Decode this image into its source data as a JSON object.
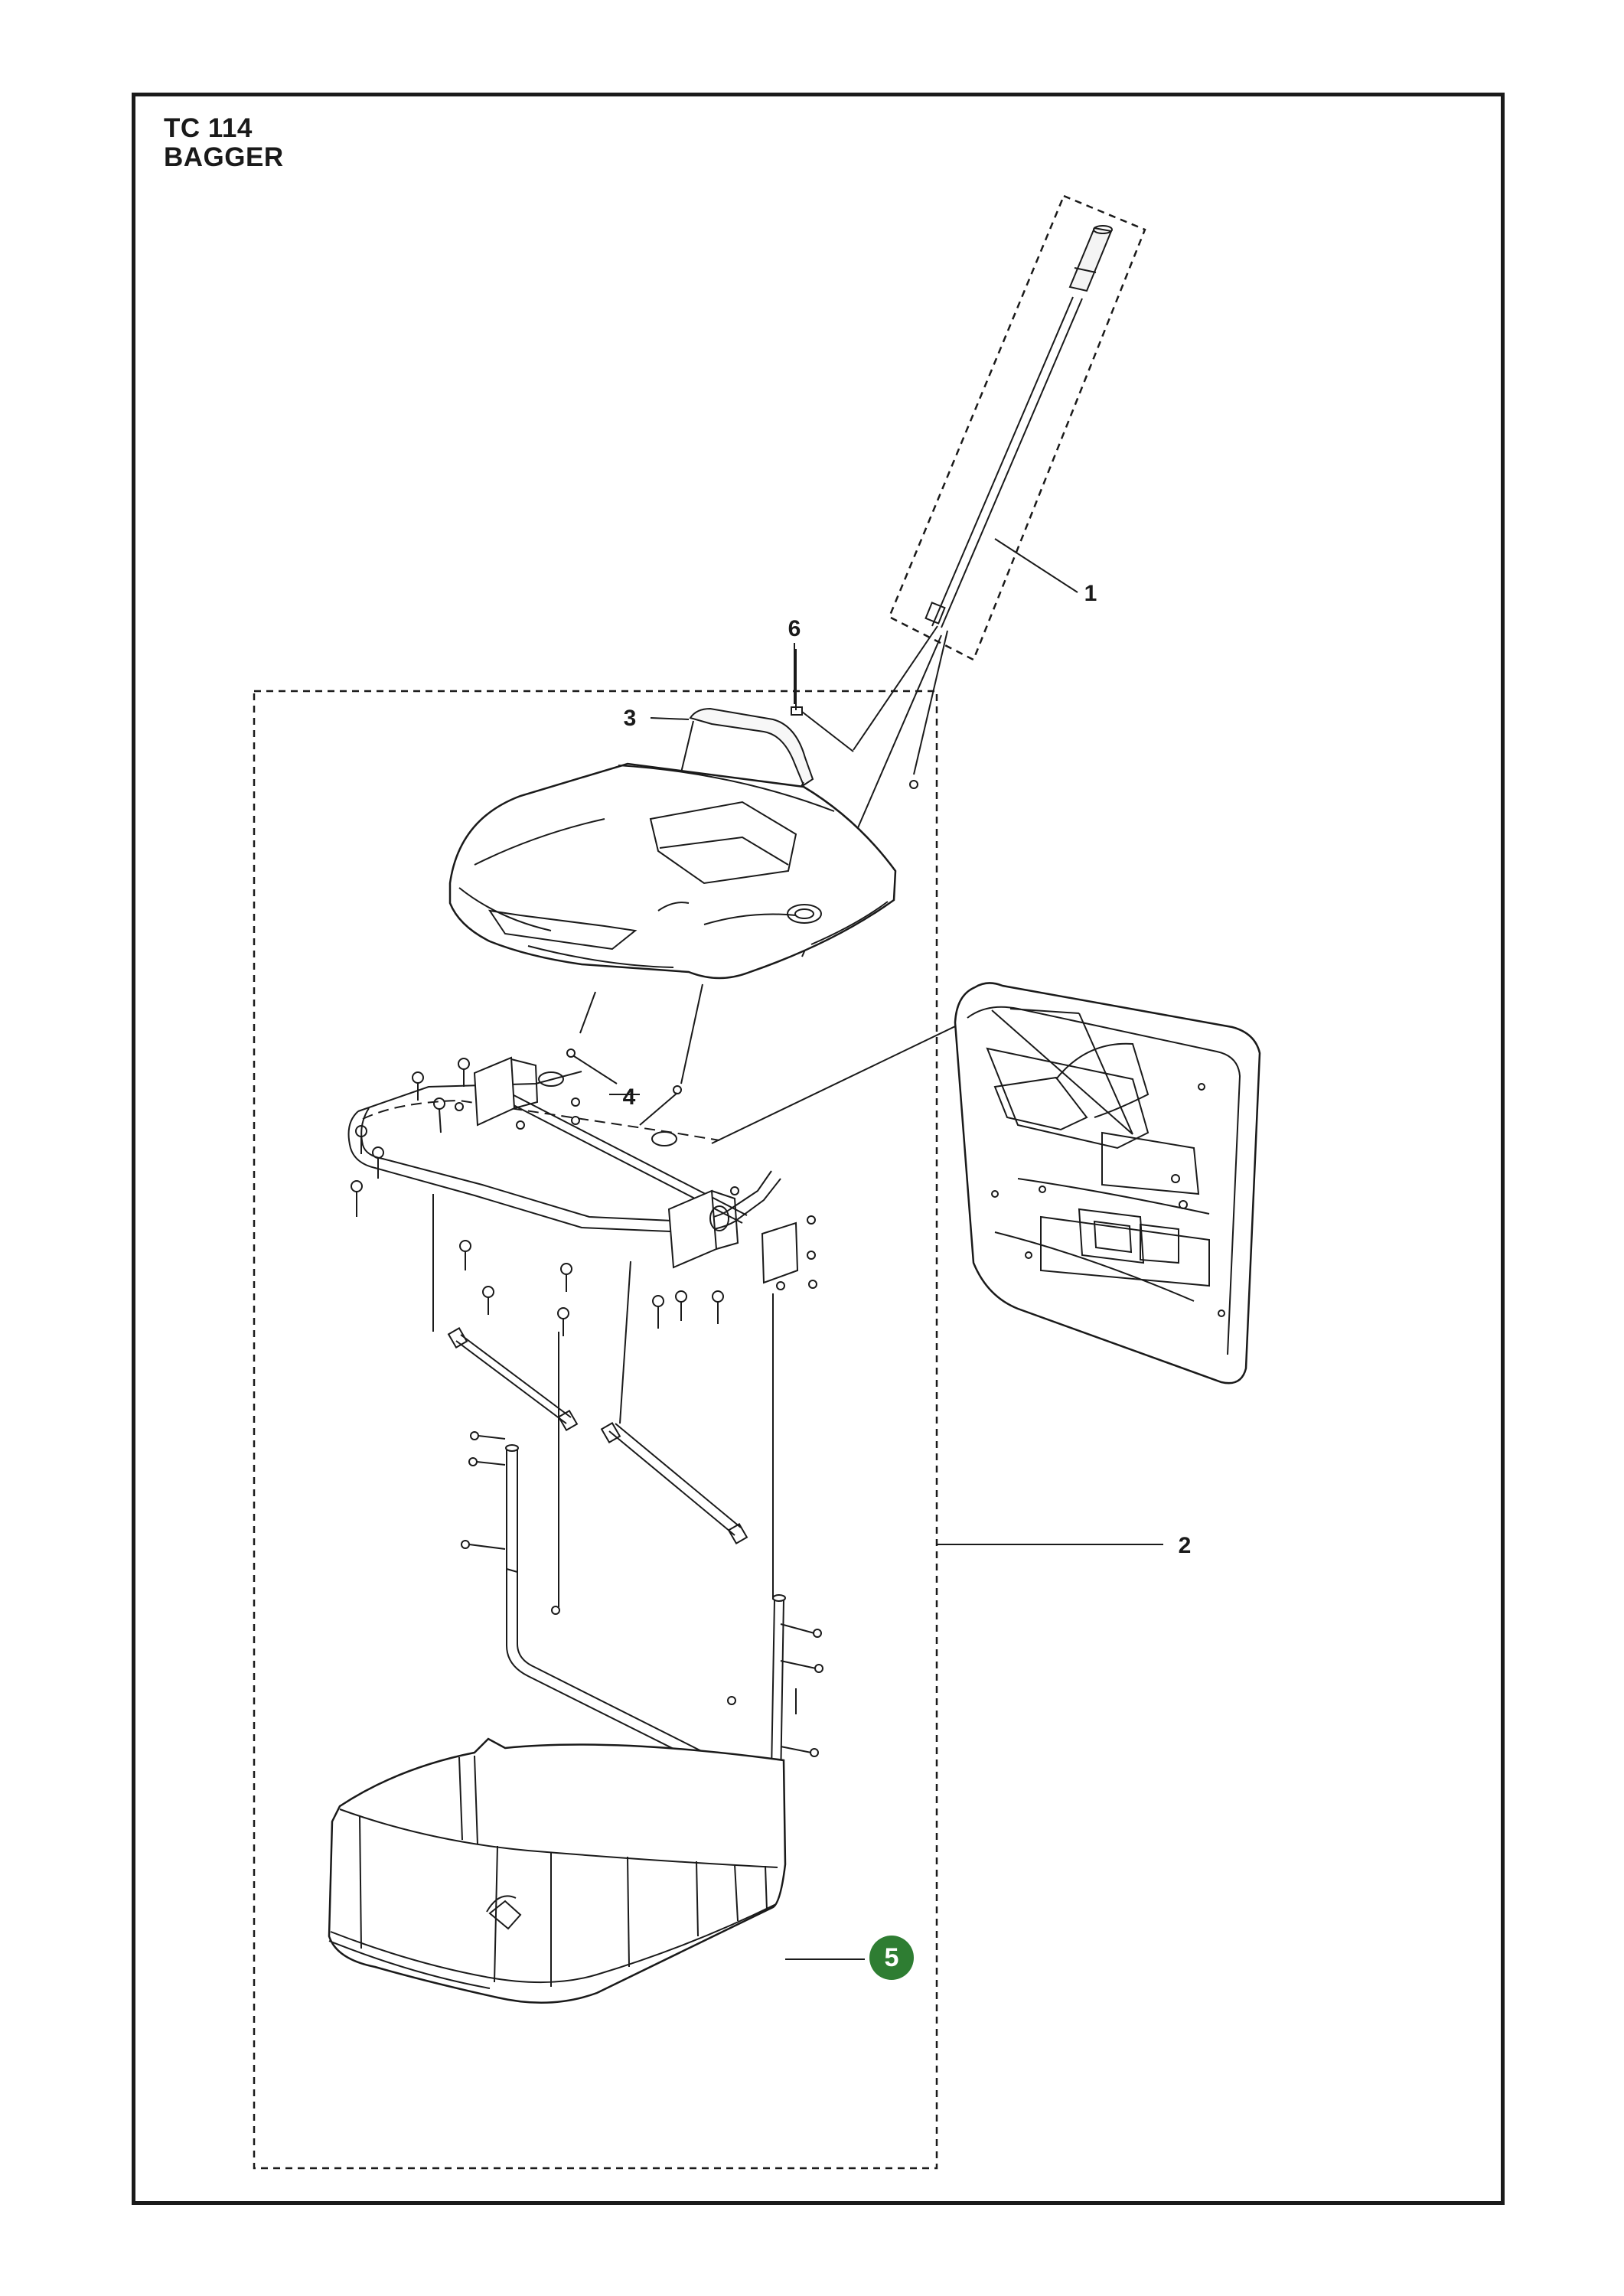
{
  "header": {
    "model": "TC 114",
    "section": "BAGGER"
  },
  "callouts": [
    {
      "id": "1",
      "label": "1"
    },
    {
      "id": "2",
      "label": "2"
    },
    {
      "id": "3",
      "label": "3"
    },
    {
      "id": "4",
      "label": "4"
    },
    {
      "id": "5",
      "label": "5",
      "highlighted": true
    },
    {
      "id": "6",
      "label": "6"
    }
  ],
  "colors": {
    "line": "#1a1a1a",
    "highlight_badge": "#2e7d32",
    "background": "#ffffff"
  }
}
